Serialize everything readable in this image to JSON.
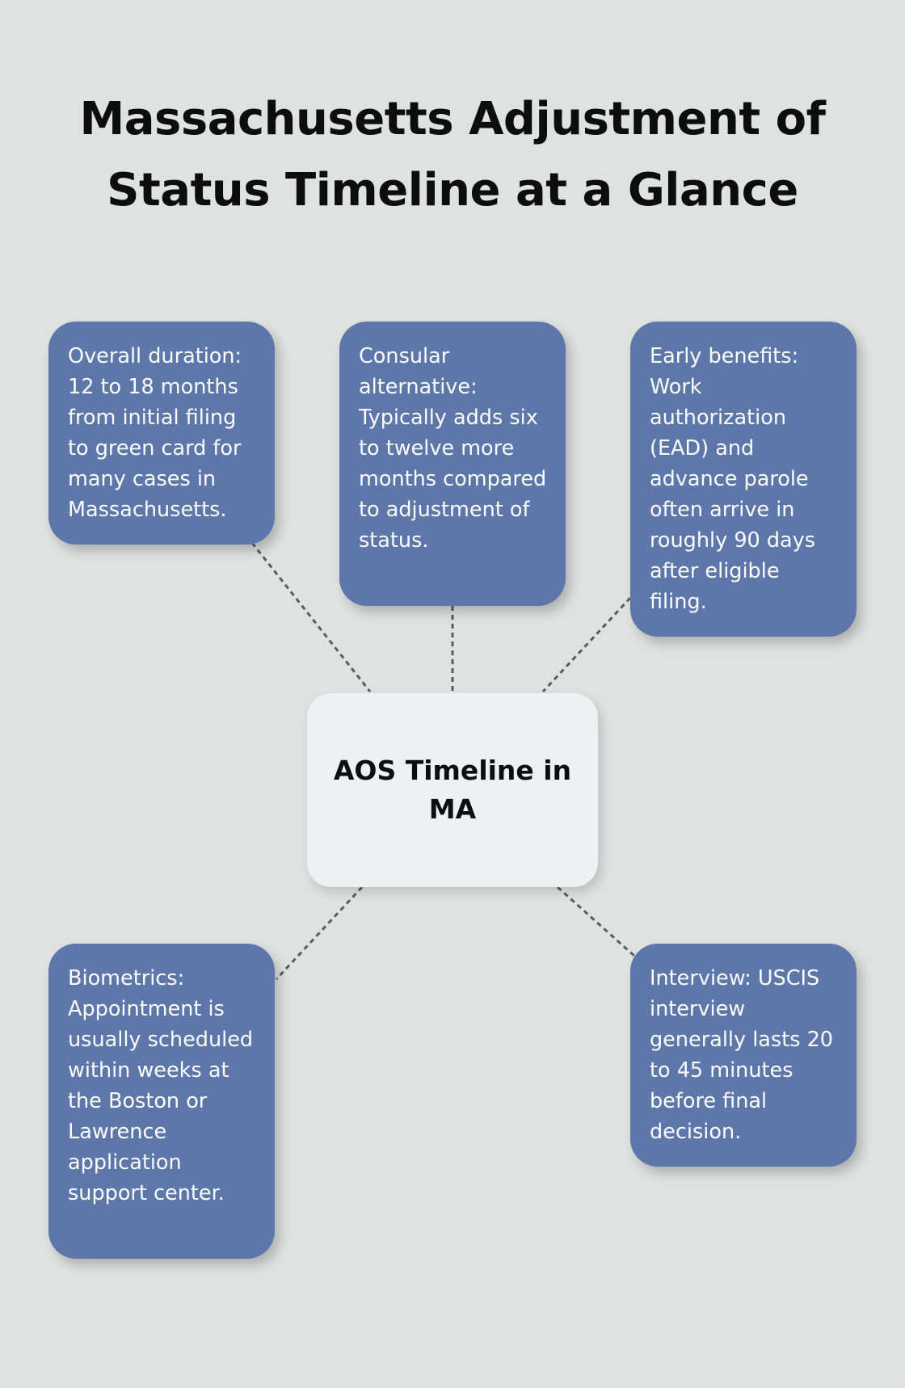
{
  "title": "Massachusetts Adjustment of Status Timeline at a Glance",
  "center": {
    "label": "AOS Timeline in MA"
  },
  "cards": [
    {
      "id": "overall-duration",
      "text": "Overall duration: 12 to 18 months from initial filing to green card for many cases in Massachusetts."
    },
    {
      "id": "consular-alternative",
      "text": "Consular alternative: Typically adds six to twelve more months compared to adjustment of status."
    },
    {
      "id": "early-benefits",
      "text": "Early benefits: Work authorization (EAD) and advance parole often arrive in roughly 90 days after eligible filing."
    },
    {
      "id": "biometrics",
      "text": "Biometrics: Appointment is usually scheduled within weeks at the Boston or Lawrence application support center."
    },
    {
      "id": "interview",
      "text": "Interview: USCIS interview generally lasts 20 to 45 minutes before final decision."
    }
  ],
  "colors": {
    "background": "#e0e2e1",
    "card": "#5e77aa",
    "center_node": "#eff0f2",
    "connector": "#5b5b5b",
    "title_text": "#0d0d0d",
    "card_text": "#ffffff"
  }
}
